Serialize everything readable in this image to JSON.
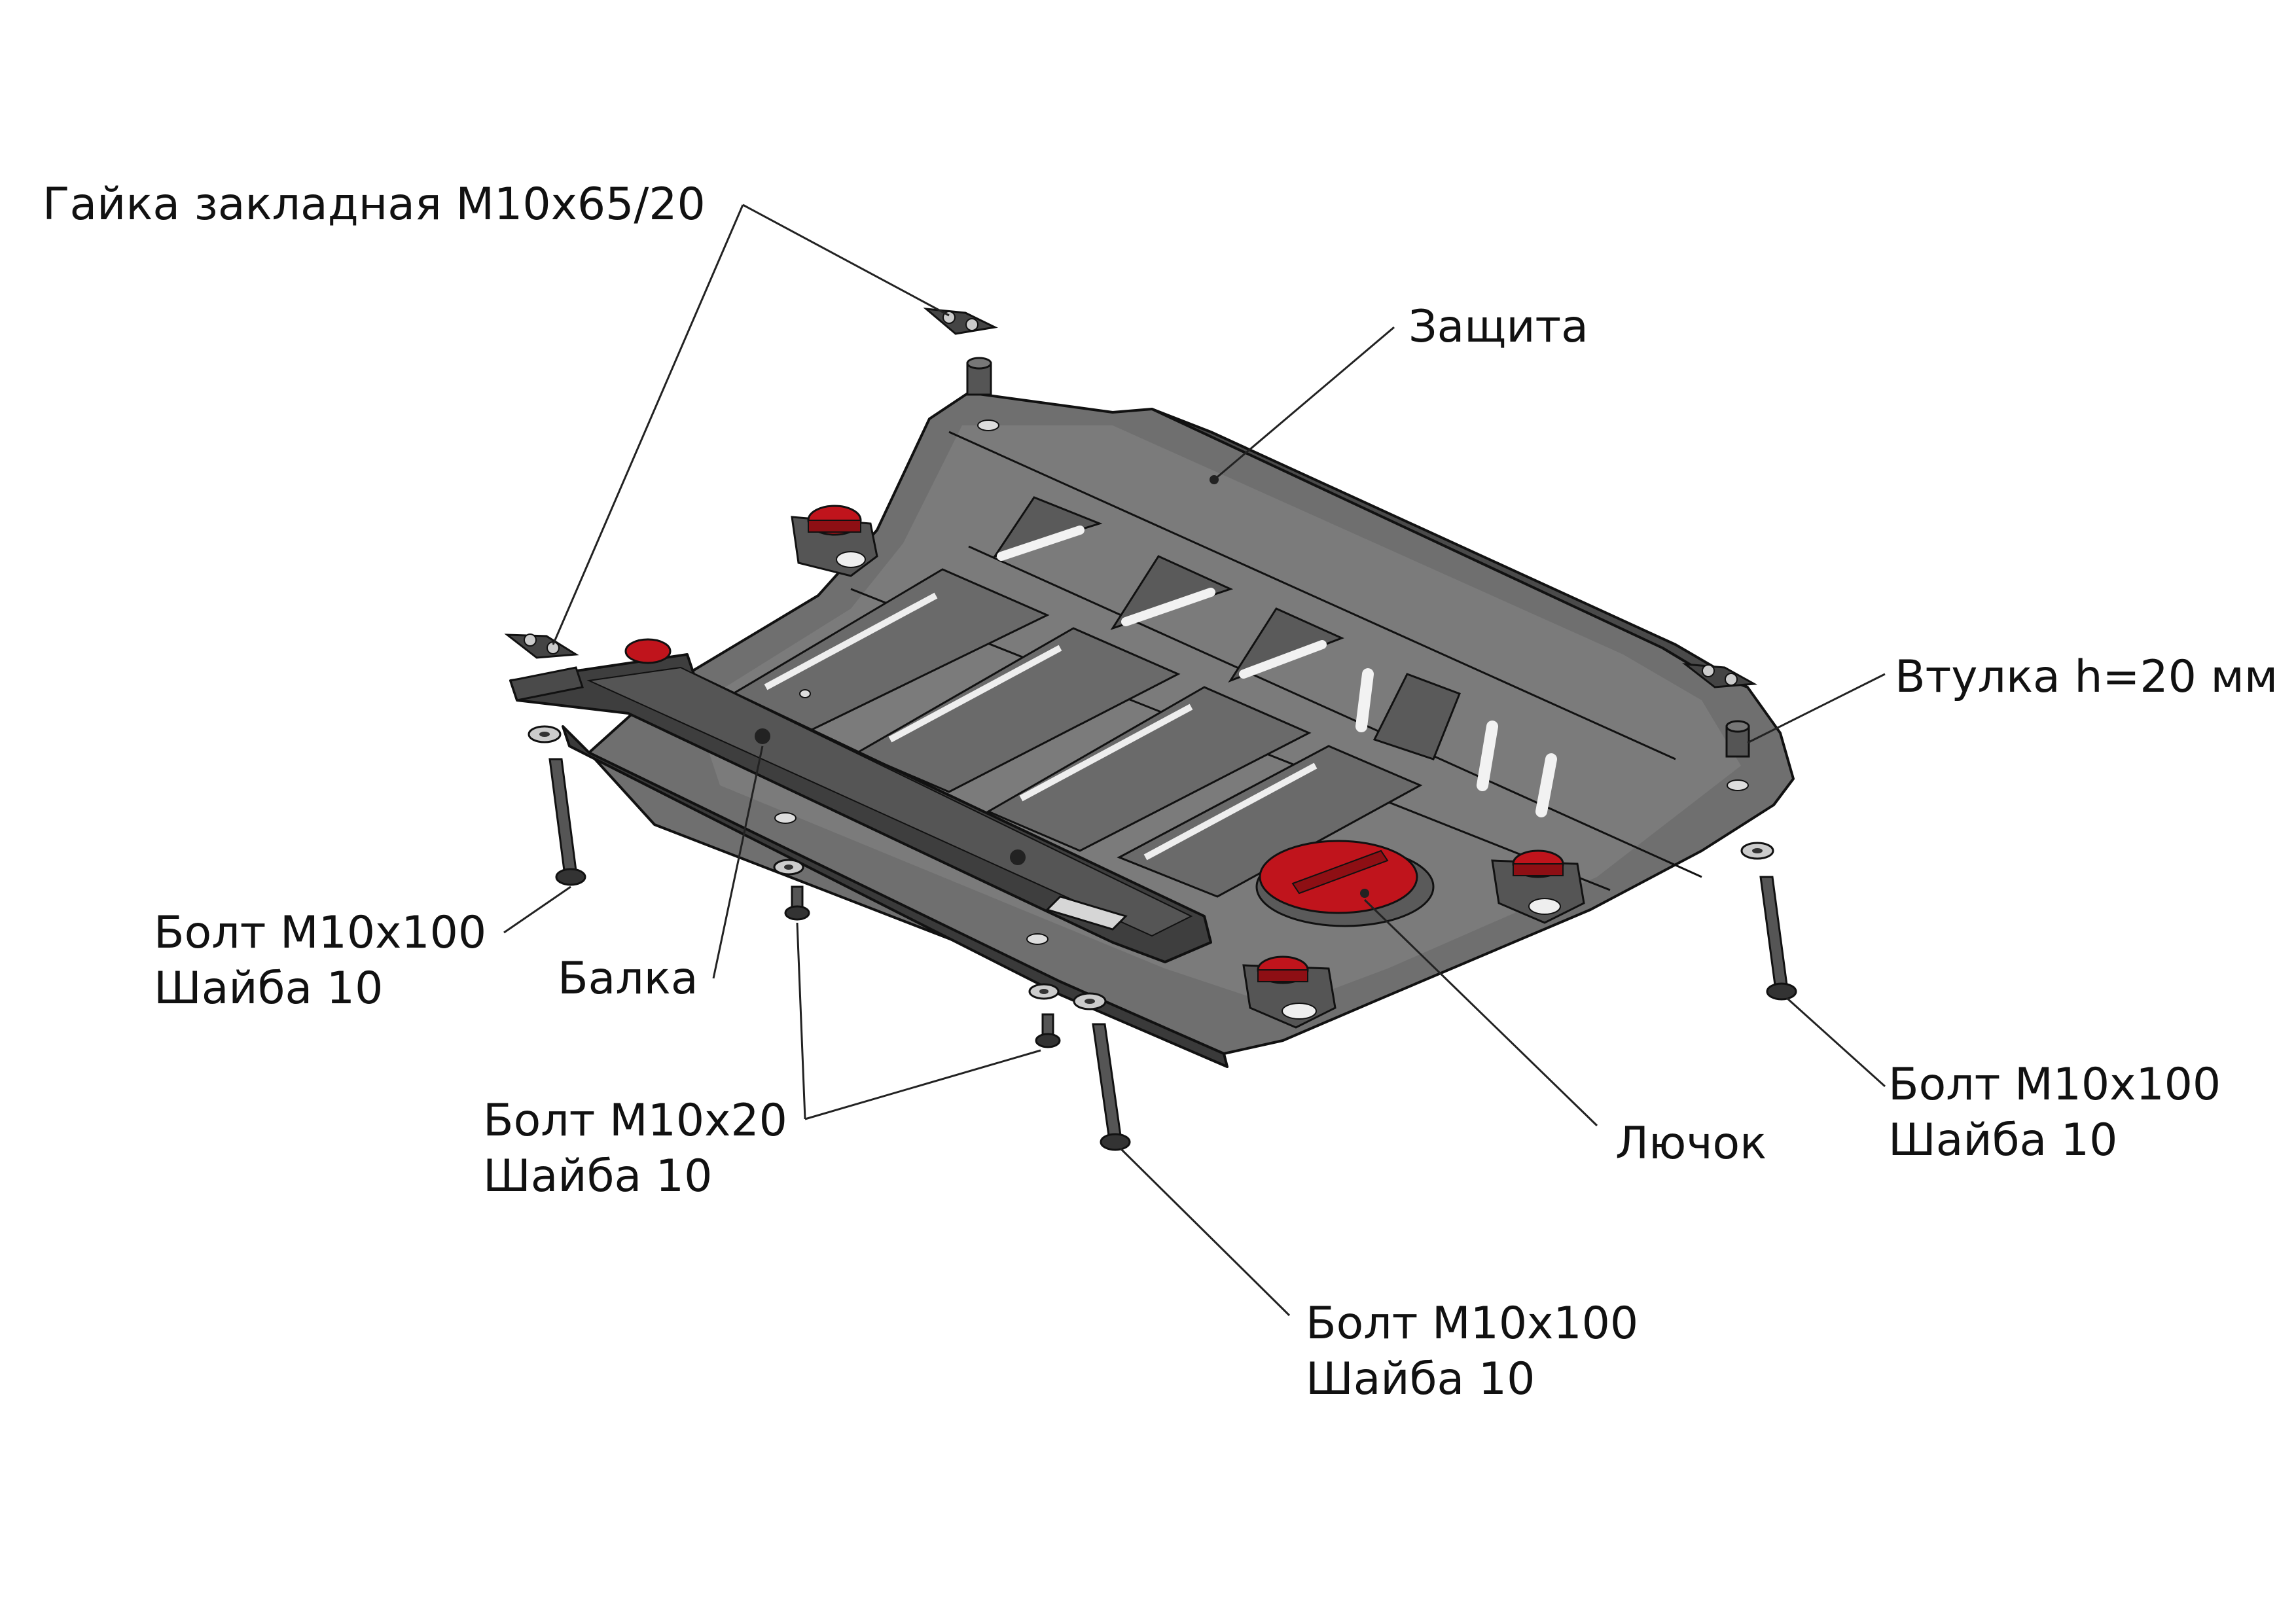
{
  "labels": {
    "gaika": "Гайка закладная М10х65/20",
    "zashchita": "Защита",
    "vtulka": "Втулка h=20 мм",
    "bolt_left_1": "Болт М10х100",
    "bolt_left_2": "Шайба 10",
    "balka": "Балка",
    "bolt20_1": "Болт М10х20",
    "bolt20_2": "Шайба 10",
    "luchok": "Лючок",
    "bolt_right_1": "Болт М10х100",
    "bolt_right_2": "Шайба 10",
    "bolt_bottom_1": "Болт М10х100",
    "bolt_bottom_2": "Шайба 10"
  },
  "colors": {
    "plate": "#6f6f6f",
    "plate_dark": "#4a4a4a",
    "plate_light": "#8a8a8a",
    "red_part": "#c0141c",
    "line": "#222222"
  }
}
